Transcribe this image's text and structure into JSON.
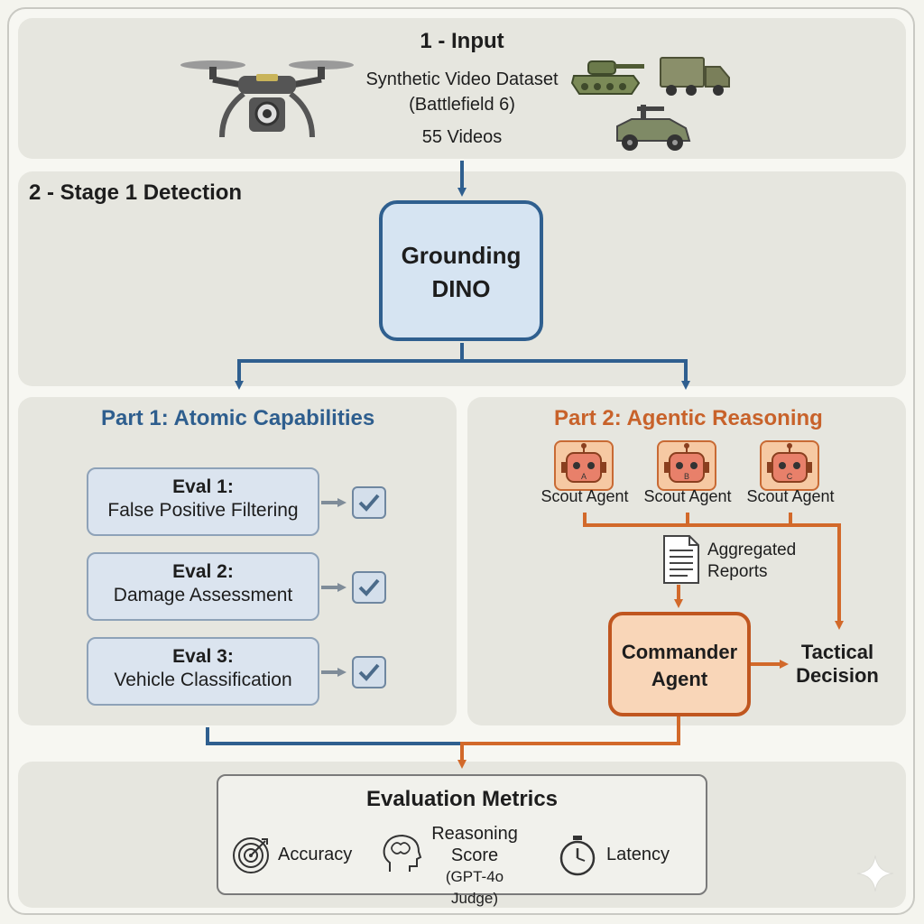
{
  "input": {
    "title": "1 - Input",
    "line1": "Synthetic Video Dataset",
    "line2": "(Battlefield 6)",
    "line3": "55 Videos"
  },
  "stage1": {
    "title": "2 - Stage 1 Detection",
    "model_line1": "Grounding",
    "model_line2": "DINO"
  },
  "part1": {
    "title": "Part 1: Atomic Capabilities",
    "evals": [
      {
        "title": "Eval 1:",
        "subtitle": "False Positive Filtering"
      },
      {
        "title": "Eval 2:",
        "subtitle": "Damage Assessment"
      },
      {
        "title": "Eval 3:",
        "subtitle": "Vehicle Classification"
      }
    ]
  },
  "part2": {
    "title": "Part 2: Agentic Reasoning",
    "scouts": [
      {
        "label": "Scout Agent",
        "badge": "A"
      },
      {
        "label": "Scout Agent",
        "badge": "B"
      },
      {
        "label": "Scout Agent",
        "badge": "C"
      }
    ],
    "aggregated_line1": "Aggregated",
    "aggregated_line2": "Reports",
    "commander_line1": "Commander",
    "commander_line2": "Agent",
    "decision_line1": "Tactical",
    "decision_line2": "Decision"
  },
  "metrics": {
    "title": "Evaluation Metrics",
    "accuracy": "Accuracy",
    "reasoning_line1": "Reasoning",
    "reasoning_line2": "Score",
    "reasoning_line3": "(GPT-4o Judge)",
    "latency": "Latency"
  },
  "colors": {
    "blue": "#2f5f8f",
    "orange": "#d2692a",
    "title_blue": "#2e5e8e",
    "title_orange": "#c8622a"
  },
  "icons": [
    "drone-icon",
    "tank-icon",
    "truck-icon",
    "jeep-icon",
    "robot-icon",
    "document-icon",
    "checkbox-icon",
    "target-icon",
    "brain-icon",
    "stopwatch-icon"
  ]
}
